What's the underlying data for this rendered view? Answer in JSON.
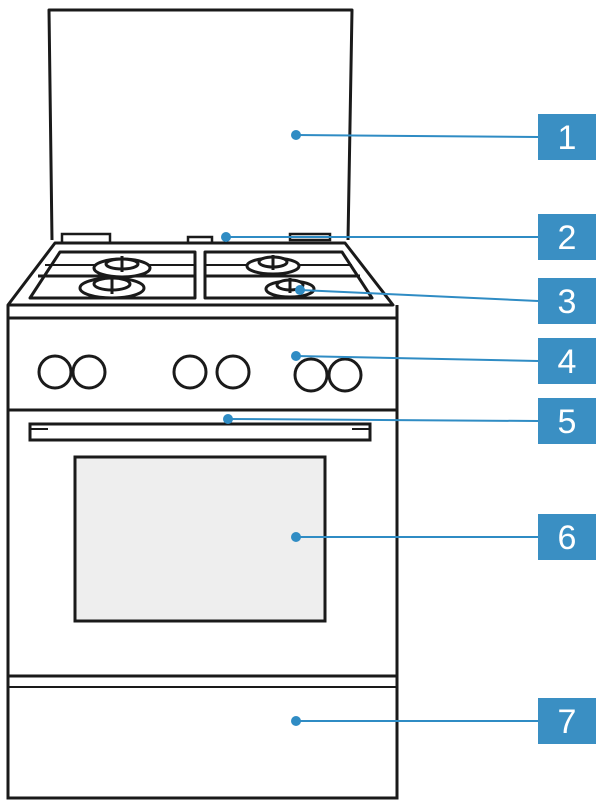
{
  "colors": {
    "callout_box": "#3a8fc3",
    "leader_line": "#2f8cc4",
    "outline": "#1a1a1a",
    "window_fill": "#eeeeee"
  },
  "callouts": [
    {
      "label": "1",
      "part": "lid"
    },
    {
      "label": "2",
      "part": "hob"
    },
    {
      "label": "3",
      "part": "burner"
    },
    {
      "label": "4",
      "part": "control-panel"
    },
    {
      "label": "5",
      "part": "door-handle"
    },
    {
      "label": "6",
      "part": "oven-door-window"
    },
    {
      "label": "7",
      "part": "storage-drawer"
    }
  ]
}
